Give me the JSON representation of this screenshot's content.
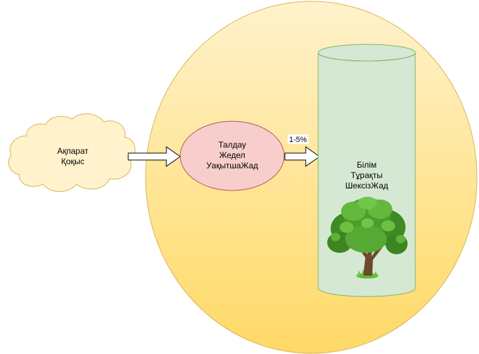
{
  "colors": {
    "big_circle_top": "#fff2cc",
    "big_circle_bottom": "#ffd966",
    "big_circle_stroke": "#d6b656",
    "cloud_fill": "#fff2cc",
    "cloud_stroke": "#d6b656",
    "ellipse_fill": "#f8cecc",
    "ellipse_stroke": "#b85450",
    "cylinder_fill": "#d5e8d4",
    "cylinder_stroke": "#82b366",
    "arrow_fill": "#ffffff",
    "arrow_stroke": "#000000"
  },
  "cloud": {
    "line1": "Ақпарат",
    "line2": "Қоқыс"
  },
  "short_term": {
    "line1": "Талдау",
    "line2": "Жедел",
    "line3": "УақытшаЖад"
  },
  "transfer_label": "1-5%",
  "long_term": {
    "line1": "Білім",
    "line2": "Тұрақты",
    "line3": "ШексізЖад"
  },
  "icons": {
    "tree": "tree-icon"
  }
}
